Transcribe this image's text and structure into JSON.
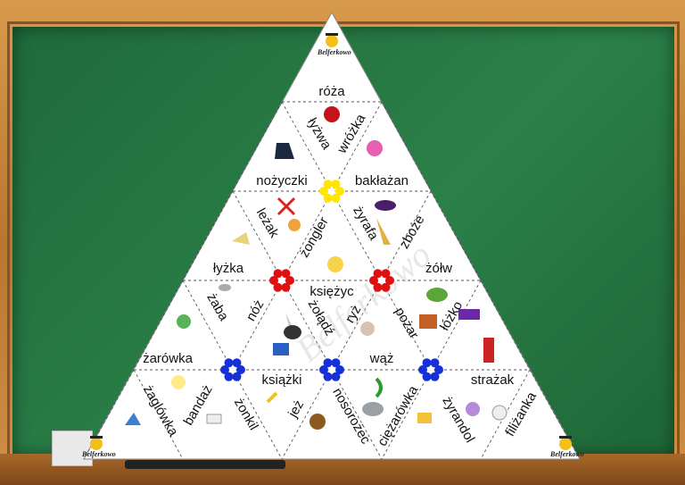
{
  "logo_text": "Belferkowo",
  "watermark": "Belferkowo",
  "words": {
    "roza": "róża",
    "lyzwa": "łyżwa",
    "wrozka": "wróżka",
    "nozyczki": "nożyczki",
    "baklazan": "bakłażan",
    "lezak": "leżak",
    "zongler": "żongler",
    "zyrafa": "żyrafa",
    "zboze": "zboże",
    "lyzka": "łyżka",
    "zolw": "żółw",
    "ksiezyc": "księżyc",
    "zaba": "żaba",
    "noz": "nóż",
    "zoladz": "żołądź",
    "ryz": "ryż",
    "pozar": "pożar",
    "lozko": "łóżko",
    "zarowka": "żarówka",
    "waz": "wąż",
    "ksiazki": "książki",
    "strazak": "strażak",
    "zaglowka": "żaglówka",
    "bandaz": "bandaż",
    "zonkil": "żonkil",
    "jez": "jeż",
    "nosorozec": "nosorożec",
    "ciezarowka": "ciężarówka",
    "zyrandol": "żyrandol",
    "filizanka": "filiżanka"
  },
  "colors": {
    "board": "#2b8048",
    "frame": "#c8893e",
    "flower_yellow": "#ffe600",
    "flower_red": "#e01010",
    "flower_blue": "#1530d8"
  }
}
